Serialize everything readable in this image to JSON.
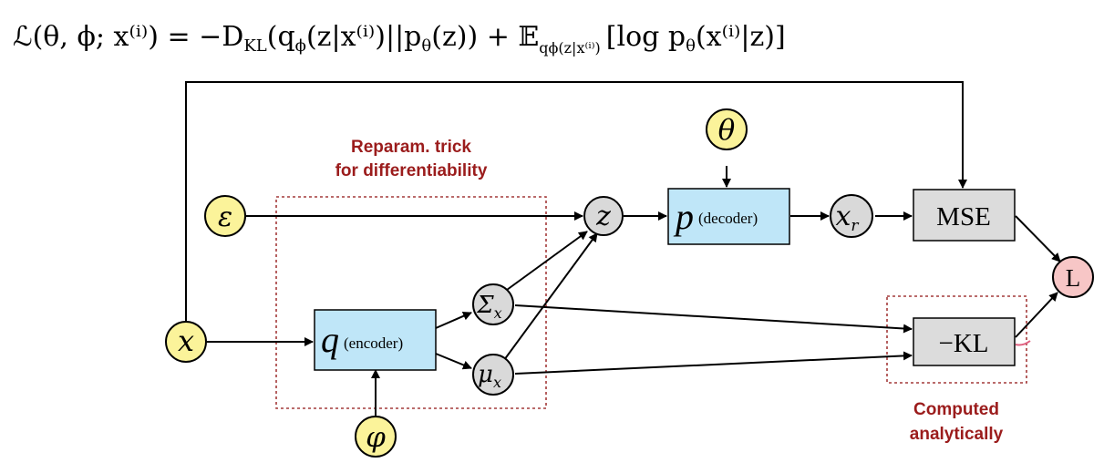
{
  "formula": {
    "lhs": "ℒ(θ, ϕ; x⁽ⁱ⁾) = −D",
    "kl_sub": "KL",
    "kl_args": "(q",
    "q_sub": "ϕ",
    "q_args": "(z|x⁽ⁱ⁾)||p",
    "p_sub": "θ",
    "p_args": "(z)) + 𝔼",
    "e_sub": "qϕ(z|x⁽ⁱ⁾)",
    "e_body": "[log p",
    "e_p_sub": "θ",
    "e_end": "(x⁽ⁱ⁾|z)]"
  },
  "nodes": {
    "theta": "θ",
    "epsilon": "ε",
    "x": "x",
    "varphi": "φ",
    "z": "z",
    "xr_main": "x",
    "xr_sub": "r",
    "sigma_main": "Σ",
    "sigma_sub": "x",
    "mu_main": "μ",
    "mu_sub": "x",
    "loss": "L"
  },
  "boxes": {
    "decoder_symbol": "p",
    "decoder_label": "(decoder)",
    "encoder_symbol": "q",
    "encoder_label": "(encoder)",
    "mse": "MSE",
    "kl": "−KL"
  },
  "annotations": {
    "reparam_line1": "Reparam. trick",
    "reparam_line2": "for differentiability",
    "analytic_line1": "Computed",
    "analytic_line2": "analytically"
  },
  "colors": {
    "param_node_fill": "#fbf39a",
    "var_node_fill": "#d9d9d9",
    "loss_node_fill": "#f7c6c6",
    "network_box_fill": "#bfe6f8",
    "loss_box_fill": "#dcdcdc",
    "annotation_text": "#9b1c1c",
    "dashed_outline": "#a33a3a"
  }
}
